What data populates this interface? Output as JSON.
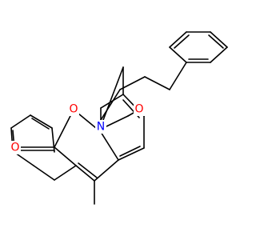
{
  "colors": {
    "bond": "#000000",
    "oxygen": "#ff0000",
    "nitrogen": "#0000ff",
    "background": "#ffffff"
  },
  "atoms": [
    {
      "id": "O_carbonyl",
      "symbol": "O",
      "color": "#ff0000"
    },
    {
      "id": "O_pyranone",
      "symbol": "O",
      "color": "#ff0000"
    },
    {
      "id": "O_oxazine",
      "symbol": "O",
      "color": "#ff0000"
    },
    {
      "id": "N_oxazine",
      "symbol": "N",
      "color": "#0000ff"
    }
  ]
}
